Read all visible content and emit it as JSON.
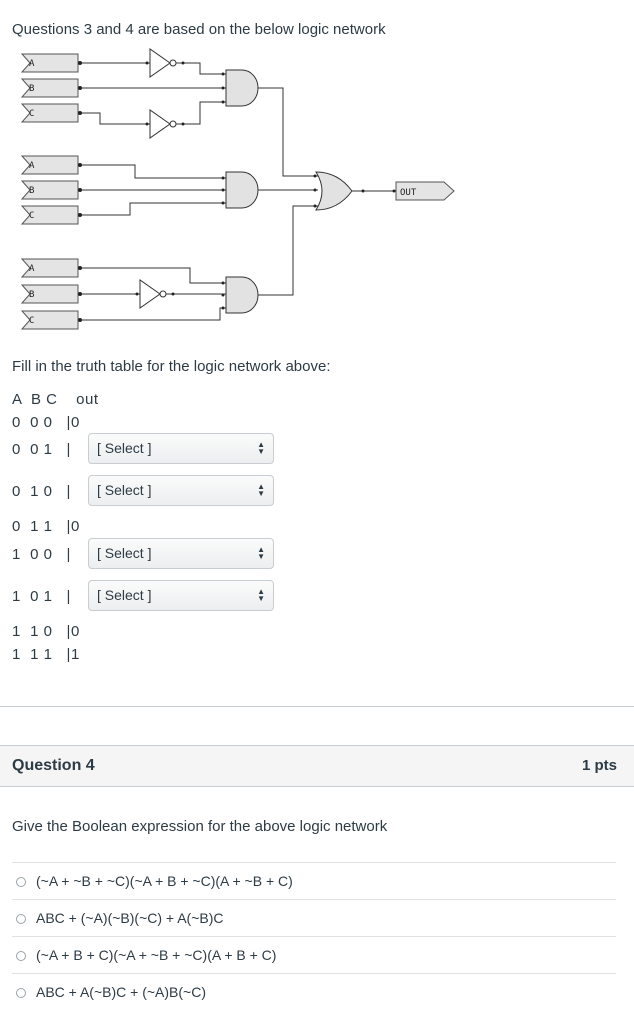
{
  "question3": {
    "intro": "Questions 3 and 4 are based on the below logic network",
    "circuit": {
      "inputs": [
        "A",
        "B",
        "C",
        "A",
        "B",
        "C",
        "A",
        "B",
        "C"
      ],
      "output": "OUT"
    },
    "fill_text": "Fill in the truth table for the logic network above:",
    "header": "A  B C    out",
    "rows": [
      {
        "abc": "0  0 0",
        "sep": "|",
        "value": "0"
      },
      {
        "abc": "0  0 1",
        "sep": "|",
        "select": "[ Select ]"
      },
      {
        "abc": "0  1 0",
        "sep": "|",
        "select": "[ Select ]"
      },
      {
        "abc": "0  1 1",
        "sep": "|",
        "value": "0"
      },
      {
        "abc": "1  0 0",
        "sep": "|",
        "select": "[ Select ]"
      },
      {
        "abc": "1  0 1",
        "sep": "|",
        "select": "[ Select ]"
      },
      {
        "abc": "1  1 0",
        "sep": "|",
        "value": "0"
      },
      {
        "abc": "1  1 1",
        "sep": "|",
        "value": "1"
      }
    ]
  },
  "question4": {
    "title": "Question 4",
    "points": "1 pts",
    "text": "Give the Boolean expression for the above logic network",
    "answers": [
      "(~A + ~B + ~C)(~A + B + ~C)(A + ~B + C)",
      "ABC + (~A)(~B)(~C) + A(~B)C",
      "(~A + B + C)(~A + ~B + ~C)(A + B + C)",
      "ABC + A(~B)C + (~A)B(~C)"
    ]
  }
}
